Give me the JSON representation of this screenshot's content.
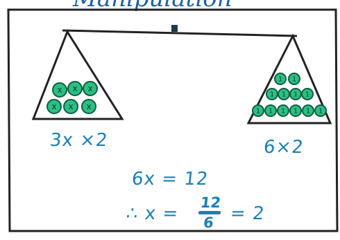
{
  "title": "Manipulation",
  "scale": {
    "left_pan": {
      "ball_count": 6,
      "ball_label": "x",
      "caption": "3x ×2"
    },
    "right_pan": {
      "ball_count": 12,
      "ball_label": "1",
      "caption": "6×2"
    }
  },
  "equation_line1": "6x = 12",
  "equation_line2_lhs": "∴ x =",
  "fraction": {
    "numerator": "12",
    "denominator": "6"
  },
  "equation_line2_rhs": "= 2",
  "colors": {
    "ink": "#1a7fb8",
    "frame": "#222222",
    "ball": "#1f9e6a",
    "ball_fill": "#2bbf86"
  }
}
